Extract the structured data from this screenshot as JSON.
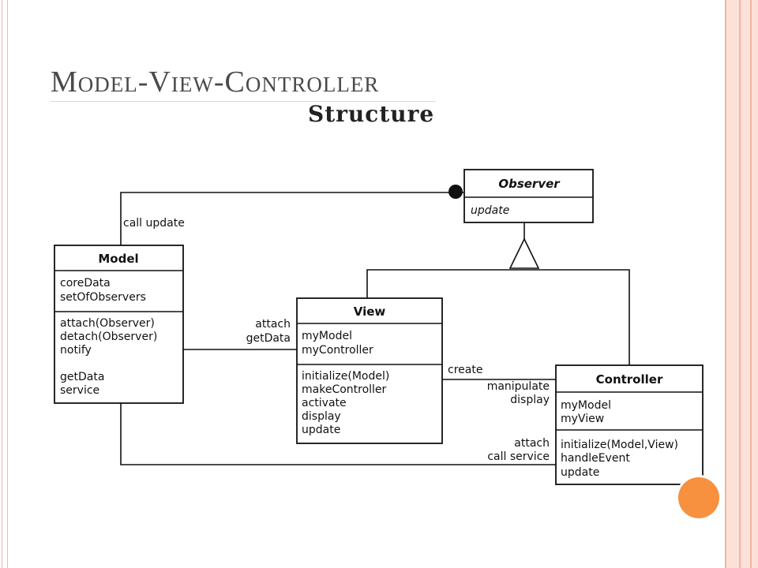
{
  "slide": {
    "title": "Model-View-Controller",
    "subtitle": "Structure"
  },
  "colors": {
    "frame": "#f1b5a4",
    "frame_fill": "#fbe1d8",
    "accent_dot": "#f7913f",
    "title_text": "#4a4a4a"
  },
  "diagram": {
    "observer": {
      "name": "Observer",
      "operations": [
        "update"
      ]
    },
    "model": {
      "name": "Model",
      "attributes": [
        "coreData",
        "setOfObservers"
      ],
      "operations": [
        "attach(Observer)",
        "detach(Observer)",
        "notify",
        "",
        "getData",
        "service"
      ]
    },
    "view": {
      "name": "View",
      "attributes": [
        "myModel",
        "myController"
      ],
      "operations": [
        "initialize(Model)",
        "makeController",
        "activate",
        "display",
        "update"
      ]
    },
    "controller": {
      "name": "Controller",
      "attributes": [
        "myModel",
        "myView"
      ],
      "operations": [
        "initialize(Model,View)",
        "handleEvent",
        "update"
      ]
    },
    "labels": {
      "call_update": "call update",
      "attach": "attach",
      "get_data": "getData",
      "create": "create",
      "manipulate": "manipulate",
      "display": "display",
      "attach_2": "attach",
      "call_service": "call service"
    }
  }
}
